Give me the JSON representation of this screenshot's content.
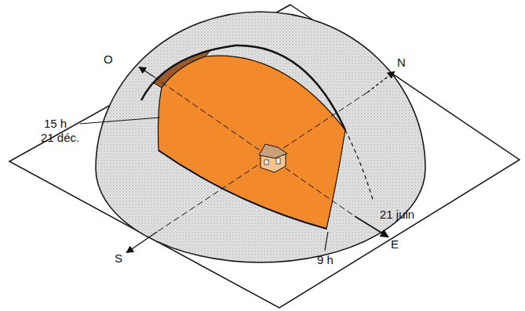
{
  "diagram": {
    "labels": [
      "O",
      "N",
      "15 h",
      "21 déc.",
      "21 juin",
      "S",
      "9 h",
      "E"
    ]
  }
}
